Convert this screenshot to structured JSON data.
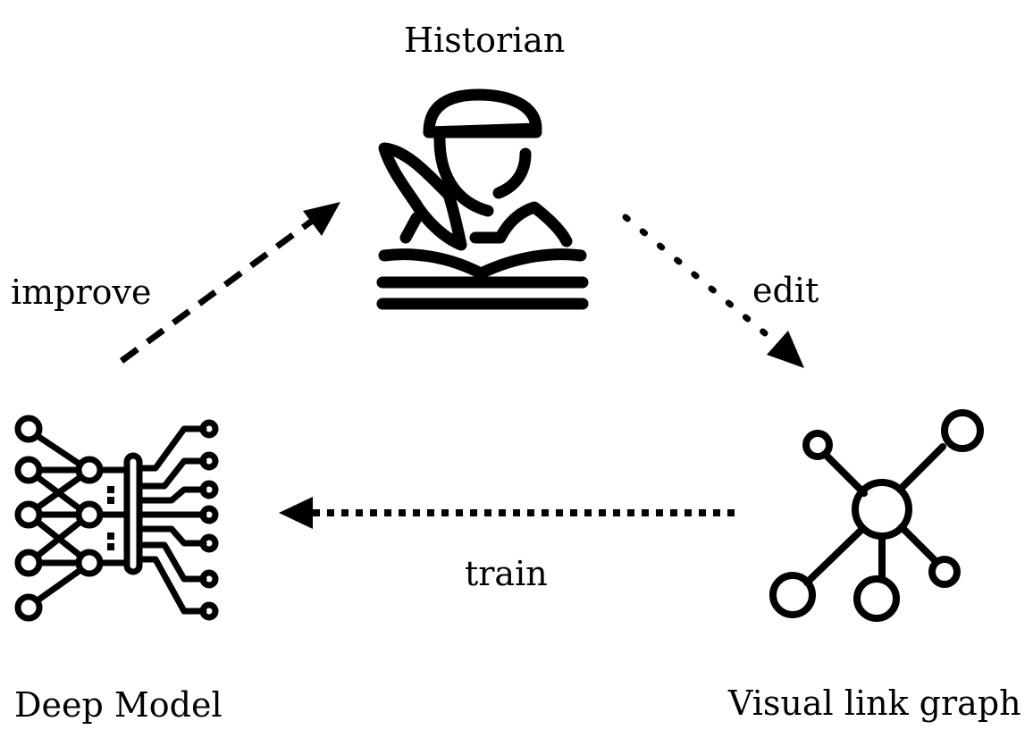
{
  "nodes": {
    "historian": {
      "label": "Historian",
      "icon": "historian-reading-book-icon"
    },
    "deep_model": {
      "label": "Deep Model",
      "icon": "neural-network-chip-icon"
    },
    "graph": {
      "label": "Visual link graph",
      "icon": "node-graph-icon"
    }
  },
  "edges": {
    "improve": {
      "label": "improve",
      "from": "Deep Model",
      "to": "Historian",
      "style": "dashed"
    },
    "edit": {
      "label": "edit",
      "from": "Historian",
      "to": "Visual link graph",
      "style": "dotted"
    },
    "train": {
      "label": "train",
      "from": "Visual link graph",
      "to": "Deep Model",
      "style": "dense-dotted"
    }
  },
  "colors": {
    "ink": "#000000",
    "background": "#ffffff"
  }
}
